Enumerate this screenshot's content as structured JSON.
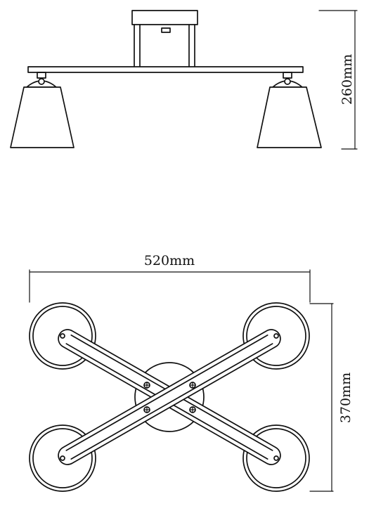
{
  "dimensions": {
    "height_label": "260mm",
    "width_label": "520mm",
    "depth_label": "370mm"
  },
  "colors": {
    "line": "#111111",
    "background": "#ffffff"
  }
}
